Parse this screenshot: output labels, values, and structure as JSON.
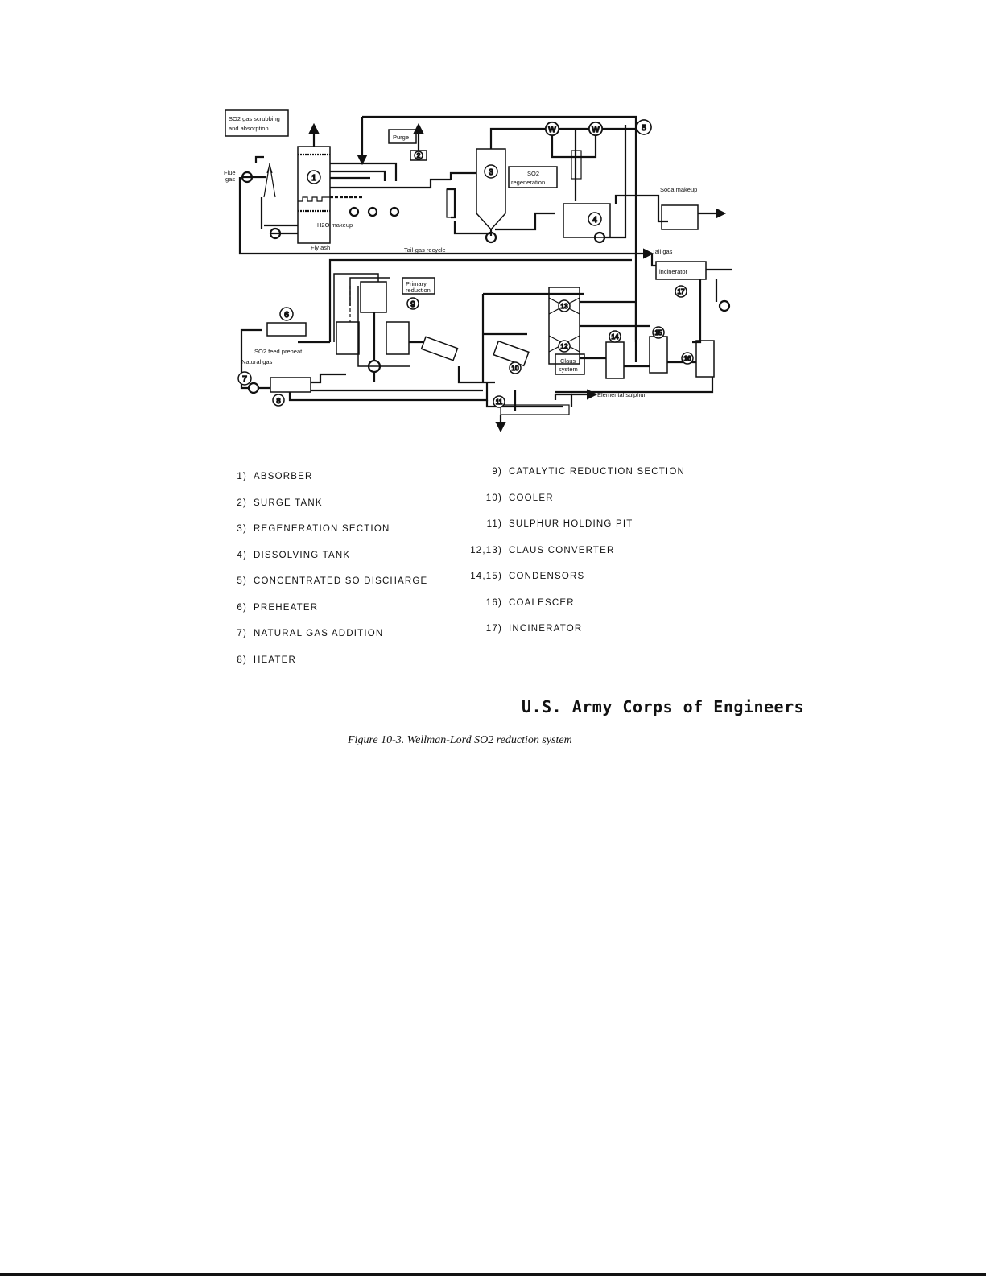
{
  "diagram": {
    "labels": {
      "scrubbing_box": [
        "SO2 gas scrubbing",
        "and absorption"
      ],
      "flue_gas": [
        "Flue",
        "gas"
      ],
      "h2o_makeup": "H2O makeup",
      "fly_ash": "Fly ash",
      "purge": "Purge",
      "so2_regeneration": [
        "SO2",
        "regeneration"
      ],
      "soda_makeup": "Soda makeup",
      "tail_gas_recycle": "Tail-gas recycle",
      "tail_gas": "Tail gas",
      "incinerator": "incinerator",
      "primary_reduction": [
        "Primary",
        "reduction"
      ],
      "so2_feed_preheat": "SO2 feed preheat",
      "natural_gas": "Natural gas",
      "claus_system": [
        "Claus",
        "system"
      ],
      "elemental_sulphur": "Elemental sulphur",
      "heat_exchanger_w": "W"
    },
    "unit_numbers": [
      "1",
      "2",
      "3",
      "4",
      "5",
      "6",
      "7",
      "8",
      "9",
      "10",
      "11",
      "12",
      "13",
      "14",
      "15",
      "16",
      "17"
    ]
  },
  "legend": {
    "left": [
      {
        "num": "1)",
        "label": "ABSORBER"
      },
      {
        "num": "2)",
        "label": "SURGE TANK"
      },
      {
        "num": "3)",
        "label": "REGENERATION SECTION"
      },
      {
        "num": "4)",
        "label": "DISSOLVING TANK"
      },
      {
        "num": "5)",
        "label": "CONCENTRATED SO DISCHARGE"
      },
      {
        "num": "6)",
        "label": "PREHEATER"
      },
      {
        "num": "7)",
        "label": "NATURAL GAS ADDITION"
      },
      {
        "num": "8)",
        "label": "HEATER"
      }
    ],
    "right": [
      {
        "num": "9)",
        "label": "CATALYTIC REDUCTION SECTION"
      },
      {
        "num": "10)",
        "label": "COOLER"
      },
      {
        "num": "11)",
        "label": "SULPHUR HOLDING PIT"
      },
      {
        "num": "12,13)",
        "label": "CLAUS CONVERTER"
      },
      {
        "num": "14,15)",
        "label": "CONDENSORS"
      },
      {
        "num": "16)",
        "label": "COALESCER"
      },
      {
        "num": "17)",
        "label": "INCINERATOR"
      }
    ]
  },
  "credit": "U.S. Army Corps of Engineers",
  "caption": "Figure 10-3.  Wellman-Lord SO2 reduction system"
}
